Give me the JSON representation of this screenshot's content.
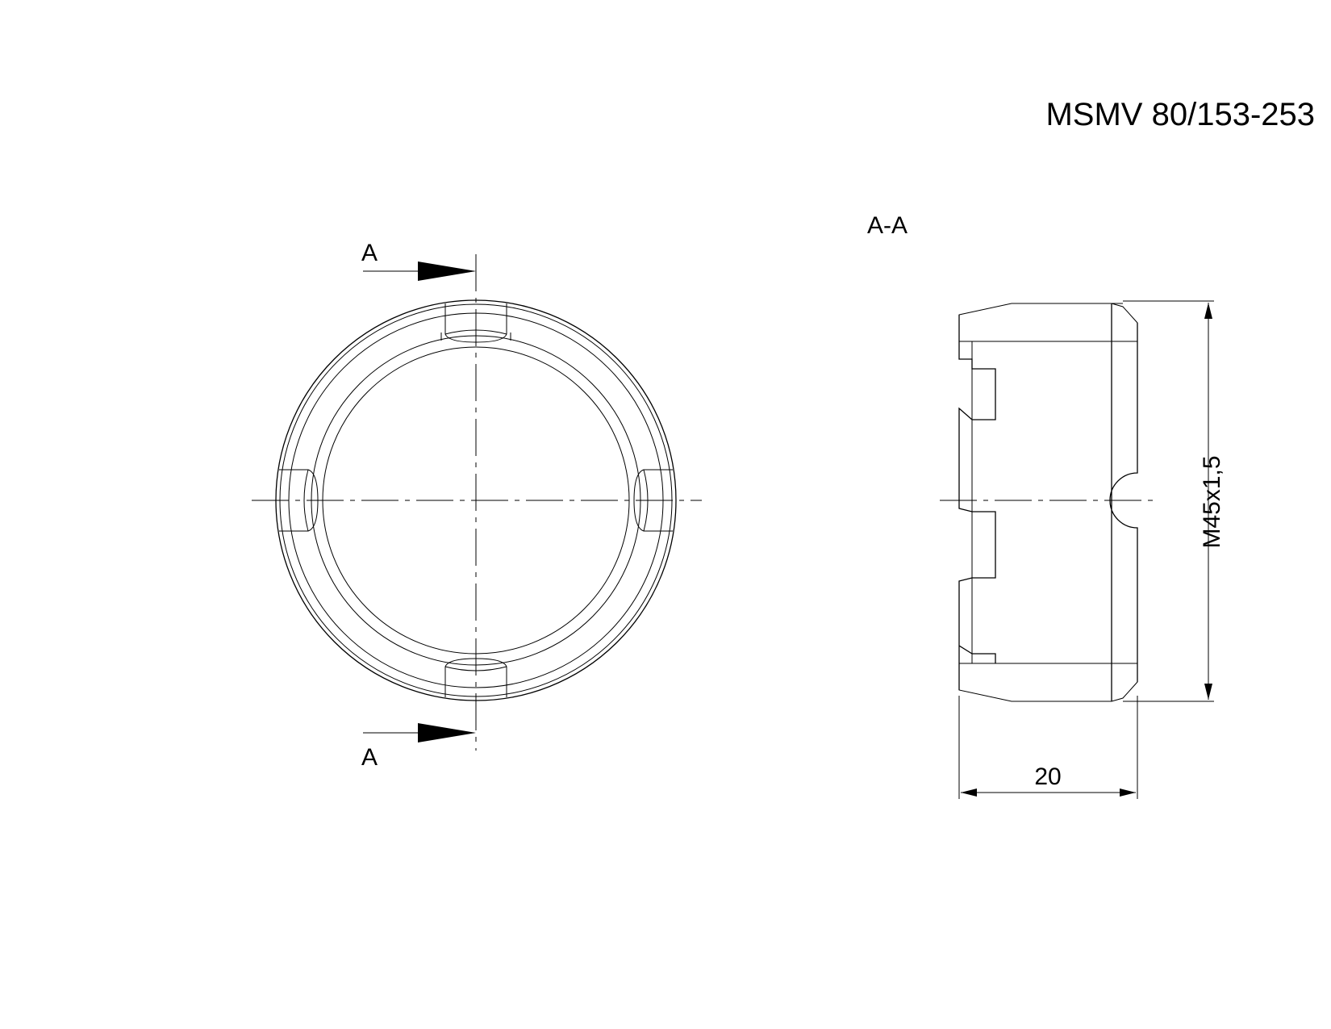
{
  "drawing": {
    "part_number": "MSMV 80/153-253",
    "section_label": "A-A",
    "cut_label_top": "A",
    "cut_label_bottom": "A",
    "dim_thread": "M45x1,5",
    "dim_length": "20"
  }
}
